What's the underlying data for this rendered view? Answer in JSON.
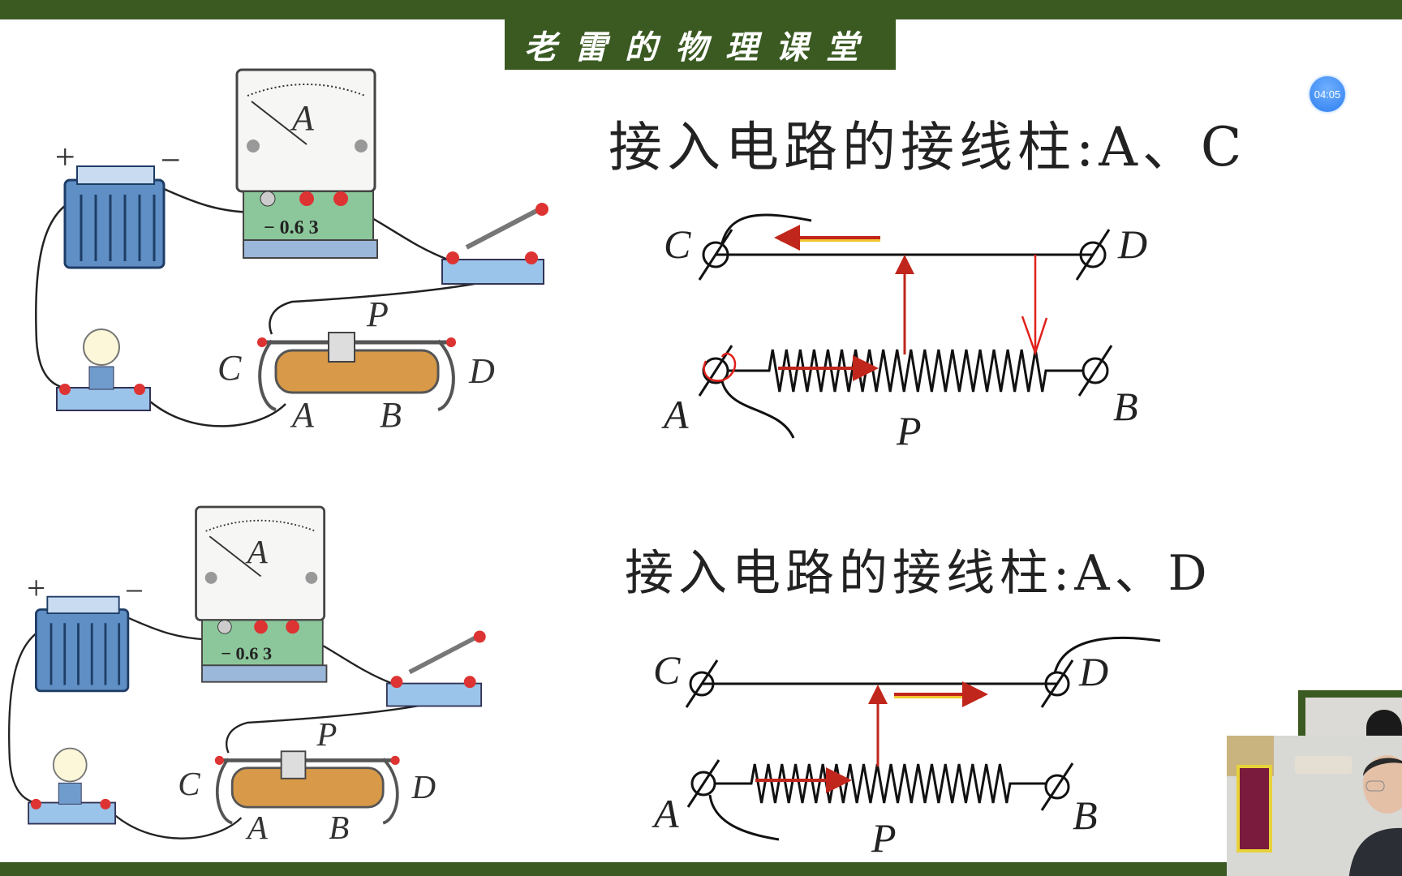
{
  "header": {
    "channel_title": "老雷的物理课堂",
    "timer": "04:05"
  },
  "panels": [
    {
      "heading": "接入电路的接线柱:A、C",
      "labels": {
        "C": "C",
        "D": "D",
        "A": "A",
        "B": "B",
        "P": "P"
      }
    },
    {
      "heading": "接入电路的接线柱:A、D",
      "labels": {
        "C": "C",
        "D": "D",
        "A": "A",
        "B": "B",
        "P": "P"
      }
    }
  ],
  "circuits": [
    {
      "plus": "+",
      "minus": "−",
      "meter": "A",
      "scale": "− 0.6 3",
      "C": "C",
      "D": "D",
      "A": "A",
      "B": "B",
      "P": "P"
    },
    {
      "plus": "+",
      "minus": "−",
      "meter": "A",
      "scale": "− 0.6 3",
      "C": "C",
      "D": "D",
      "A": "A",
      "B": "B",
      "P": "P"
    }
  ],
  "colors": {
    "brand_green": "#3a5a22",
    "arrow_red": "#c0261b",
    "arrow_yellow": "#f2c531",
    "ink_red": "#e0201a"
  }
}
